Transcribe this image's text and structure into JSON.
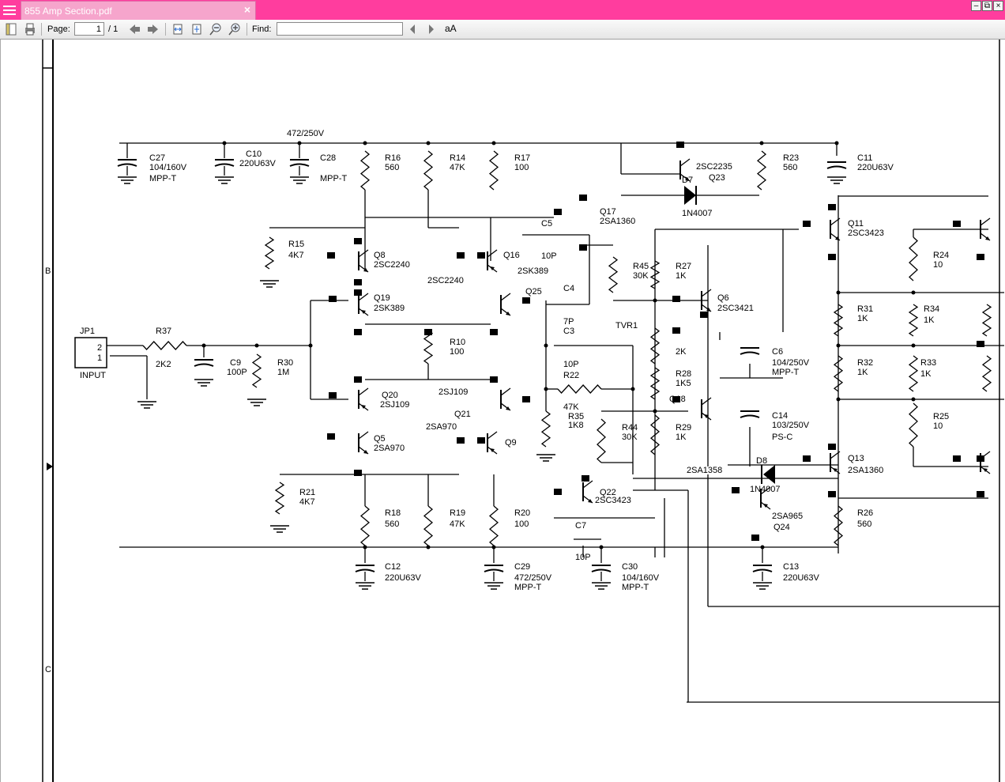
{
  "tab": {
    "title": "855 Amp Section.pdf",
    "close": "×"
  },
  "window": {
    "minimize": "–",
    "restore": "⧉",
    "close": "×"
  },
  "toolbar": {
    "page_label": "Page:",
    "page_value": "1",
    "page_total": "/ 1",
    "find_label": "Find:",
    "find_value": "",
    "font_toggle": "aA"
  },
  "schematic": {
    "border_marks": [
      "B",
      "C"
    ],
    "labels": [
      {
        "text": "472/250V"
      },
      {
        "text": "C27"
      },
      {
        "text": "104/160V"
      },
      {
        "text": "MPP-T"
      },
      {
        "text": "C10"
      },
      {
        "text": "220U63V"
      },
      {
        "text": "C28"
      },
      {
        "text": "MPP-T"
      },
      {
        "text": "R16"
      },
      {
        "text": "560"
      },
      {
        "text": "R14"
      },
      {
        "text": "47K"
      },
      {
        "text": "R17"
      },
      {
        "text": "100"
      },
      {
        "text": "2SC2235"
      },
      {
        "text": "Q23"
      },
      {
        "text": "D7"
      },
      {
        "text": "1N4007"
      },
      {
        "text": "R23"
      },
      {
        "text": "560"
      },
      {
        "text": "C11"
      },
      {
        "text": "220U63V"
      },
      {
        "text": "Q17"
      },
      {
        "text": "2SA1360"
      },
      {
        "text": "C5"
      },
      {
        "text": "10P"
      },
      {
        "text": "Q11"
      },
      {
        "text": "2SC3423"
      },
      {
        "text": "R15"
      },
      {
        "text": "4K7"
      },
      {
        "text": "Q8"
      },
      {
        "text": "2SC2240"
      },
      {
        "text": "2SC2240"
      },
      {
        "text": "Q16"
      },
      {
        "text": "2SK389"
      },
      {
        "text": "R45"
      },
      {
        "text": "30K"
      },
      {
        "text": "R27"
      },
      {
        "text": "1K"
      },
      {
        "text": "R24"
      },
      {
        "text": "10"
      },
      {
        "text": "C4"
      },
      {
        "text": "Q25"
      },
      {
        "text": "7P"
      },
      {
        "text": "Q19"
      },
      {
        "text": "2SK389"
      },
      {
        "text": "Q6"
      },
      {
        "text": "2SC3421"
      },
      {
        "text": "R31"
      },
      {
        "text": "1K"
      },
      {
        "text": "R34"
      },
      {
        "text": "1K"
      },
      {
        "text": "TVR1"
      },
      {
        "text": "C3"
      },
      {
        "text": "JP1"
      },
      {
        "text": "R37"
      },
      {
        "text": "R10"
      },
      {
        "text": "100"
      },
      {
        "text": "2K"
      },
      {
        "text": "C6"
      },
      {
        "text": "104/250V"
      },
      {
        "text": "MPP-T"
      },
      {
        "text": "2"
      },
      {
        "text": "1"
      },
      {
        "text": "INPUT"
      },
      {
        "text": "2K2"
      },
      {
        "text": "C9"
      },
      {
        "text": "100P"
      },
      {
        "text": "R30"
      },
      {
        "text": "1M"
      },
      {
        "text": "10P"
      },
      {
        "text": "R22"
      },
      {
        "text": "R32"
      },
      {
        "text": "1K"
      },
      {
        "text": "R33"
      },
      {
        "text": "1K"
      },
      {
        "text": "R28"
      },
      {
        "text": "1K5"
      },
      {
        "text": "Q20"
      },
      {
        "text": "2SJ109"
      },
      {
        "text": "2SJ109"
      },
      {
        "text": "47K"
      },
      {
        "text": "Q18"
      },
      {
        "text": "Q21"
      },
      {
        "text": "2SA970"
      },
      {
        "text": "R35"
      },
      {
        "text": "1K8"
      },
      {
        "text": "R44"
      },
      {
        "text": "30K"
      },
      {
        "text": "R29"
      },
      {
        "text": "1K"
      },
      {
        "text": "C14"
      },
      {
        "text": "103/250V"
      },
      {
        "text": "PS-C"
      },
      {
        "text": "R25"
      },
      {
        "text": "10"
      },
      {
        "text": "Q5"
      },
      {
        "text": "2SA970"
      },
      {
        "text": "Q9"
      },
      {
        "text": "2SA1358"
      },
      {
        "text": "D8"
      },
      {
        "text": "Q13"
      },
      {
        "text": "2SA1360"
      },
      {
        "text": "R21"
      },
      {
        "text": "4K7"
      },
      {
        "text": "Q22"
      },
      {
        "text": "2SC3423"
      },
      {
        "text": "1N4007"
      },
      {
        "text": "R18"
      },
      {
        "text": "560"
      },
      {
        "text": "R19"
      },
      {
        "text": "47K"
      },
      {
        "text": "R20"
      },
      {
        "text": "100"
      },
      {
        "text": "2SA965"
      },
      {
        "text": "Q24"
      },
      {
        "text": "R26"
      },
      {
        "text": "560"
      },
      {
        "text": "C7"
      },
      {
        "text": "10P"
      },
      {
        "text": "C12"
      },
      {
        "text": "220U63V"
      },
      {
        "text": "C29"
      },
      {
        "text": "472/250V"
      },
      {
        "text": "MPP-T"
      },
      {
        "text": "C30"
      },
      {
        "text": "104/160V"
      },
      {
        "text": "MPP-T"
      },
      {
        "text": "C13"
      },
      {
        "text": "220U63V"
      }
    ]
  }
}
